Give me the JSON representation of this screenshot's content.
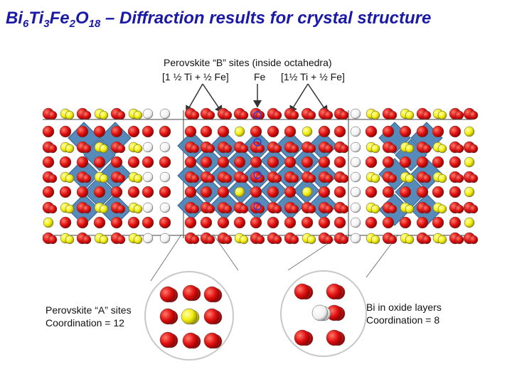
{
  "title": {
    "parts": [
      {
        "t": "Bi",
        "sub": false
      },
      {
        "t": "6",
        "sub": true
      },
      {
        "t": "Ti",
        "sub": false
      },
      {
        "t": "3",
        "sub": true
      },
      {
        "t": "Fe",
        "sub": false
      },
      {
        "t": "2",
        "sub": true
      },
      {
        "t": "O",
        "sub": false
      },
      {
        "t": "18",
        "sub": true
      },
      {
        "t": " – Diffraction results for crystal structure",
        "sub": false
      }
    ]
  },
  "labels": {
    "b_sites_header": "Perovskite “B” sites (inside octahedra)",
    "b_site_left": "[1 ½ Ti + ½ Fe]",
    "b_site_center": "Fe",
    "b_site_right": "[1½ Ti + ½ Fe]",
    "a_sites_title": "Perovskite “A” sites",
    "a_sites_coordination": "Coordination = 12",
    "bi_oxide_title": "Bi in oxide layers",
    "bi_oxide_coordination": "Coordination = 8"
  },
  "colors": {
    "title": "#1a1aa6",
    "oxygen_atom": "#e01010",
    "bi_atom": "#f2ee10",
    "white_atom": "#ffffff",
    "octahedra": "#4c84b8",
    "cell_lines": "#444444"
  }
}
